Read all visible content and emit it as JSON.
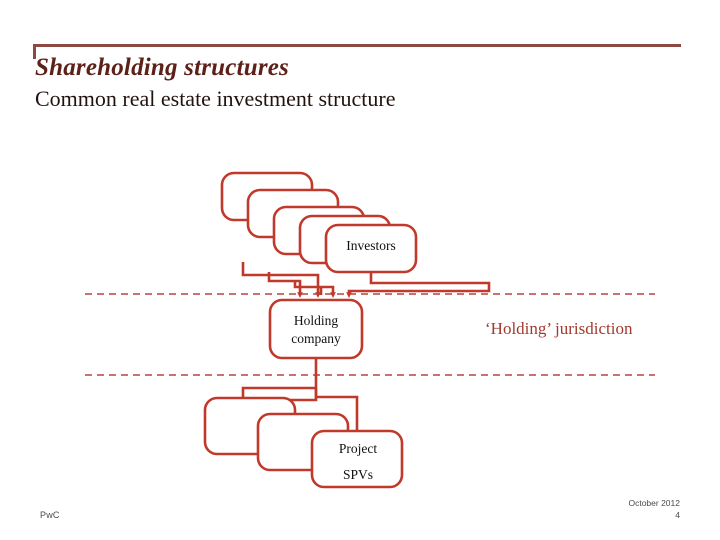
{
  "slide": {
    "title": "Shareholding structures",
    "subtitle": "Common real estate investment structure",
    "accent_color": "#c0392b",
    "rule_color": "#8c4a42",
    "title_color": "#5c2118",
    "jurisdiction_label_color": "#a23a2e"
  },
  "diagram": {
    "nodes": {
      "investors": {
        "label": "Investors",
        "stack_count": 5
      },
      "holding": {
        "label_line1": "Holding",
        "label_line2": "company",
        "stack_count": 1
      },
      "project_spvs": {
        "label_line1": "Project",
        "label_line2": "SPVs",
        "stack_count": 3
      }
    },
    "annotations": {
      "jurisdiction": "‘Holding’ jurisdiction"
    },
    "dividers": {
      "upper": "dashed",
      "lower": "dashed"
    }
  },
  "footer": {
    "brand": "PwC",
    "date": "October 2012",
    "page_number": "4"
  }
}
